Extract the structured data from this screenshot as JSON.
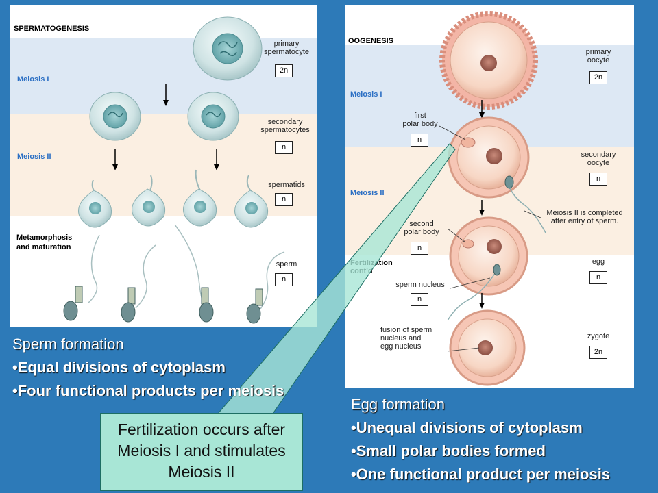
{
  "sperm_panel": {
    "title": "SPERMATOGENESIS",
    "stages": [
      "Meiosis I",
      "Meiosis II",
      "Metamorphosis\nand maturation"
    ],
    "annotations": [
      {
        "label": "primary\nspermatocyte",
        "ploidy": "2n"
      },
      {
        "label": "secondary\nspermatocytes",
        "ploidy": "n"
      },
      {
        "label": "spermatids",
        "ploidy": "n"
      },
      {
        "label": "sperm",
        "ploidy": "n"
      }
    ]
  },
  "egg_panel": {
    "title": "OOGENESIS",
    "stages": [
      "Meiosis I",
      "Meiosis II",
      "Fertilization\ncont'd"
    ],
    "right_annotations": [
      {
        "label": "primary\noocyte",
        "ploidy": "2n"
      },
      {
        "label": "secondary\noocyte",
        "ploidy": "n"
      },
      {
        "label": "Meiosis II is completed\nafter entry of sperm."
      },
      {
        "label": "egg",
        "ploidy": "n"
      },
      {
        "label": "zygote",
        "ploidy": "2n"
      }
    ],
    "left_annotations": [
      {
        "label": "first\npolar body",
        "ploidy": "n"
      },
      {
        "label": "second\npolar body",
        "ploidy": "n"
      },
      {
        "label": "sperm nucleus",
        "ploidy": "n"
      },
      {
        "label": "fusion of sperm\nnucleus and\negg nucleus"
      }
    ]
  },
  "sperm_caption": {
    "heading": "Sperm formation",
    "bullets": [
      "•Equal divisions of cytoplasm",
      "•Four functional products per meiosis"
    ]
  },
  "egg_caption": {
    "heading": "Egg formation",
    "bullets": [
      "•Unequal divisions of cytoplasm",
      "•Small polar bodies formed",
      "•One functional product per meiosis"
    ]
  },
  "callout": {
    "text": "Fertilization occurs after Meiosis I and stimulates Meiosis II"
  },
  "colors": {
    "background": "#2d7ab8",
    "meiosis1_band": "#dde8f4",
    "meiosis2_band": "#fbefe2",
    "stage_label": "#2b6fc4",
    "callout": "#a8e6d6"
  }
}
